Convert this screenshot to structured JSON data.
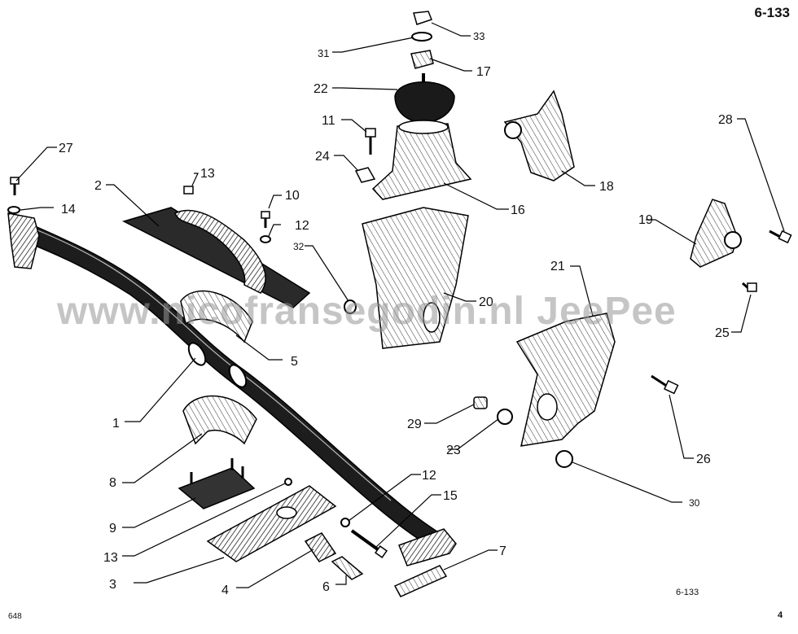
{
  "sheet": {
    "code": "6-133",
    "plate_code": "6-133",
    "left_code": "648",
    "right_code": "4",
    "watermark": "www.nicofransegodin.nl JeePee"
  },
  "callouts": [
    {
      "id": "1",
      "label": "1"
    },
    {
      "id": "2",
      "label": "2"
    },
    {
      "id": "3",
      "label": "3"
    },
    {
      "id": "4",
      "label": "4"
    },
    {
      "id": "5",
      "label": "5"
    },
    {
      "id": "6",
      "label": "6"
    },
    {
      "id": "7",
      "label": "7"
    },
    {
      "id": "8",
      "label": "8"
    },
    {
      "id": "9",
      "label": "9"
    },
    {
      "id": "10",
      "label": "10"
    },
    {
      "id": "11",
      "label": "11"
    },
    {
      "id": "12a",
      "label": "12"
    },
    {
      "id": "12b",
      "label": "12"
    },
    {
      "id": "13a",
      "label": "13"
    },
    {
      "id": "13b",
      "label": "13"
    },
    {
      "id": "14",
      "label": "14"
    },
    {
      "id": "15",
      "label": "15"
    },
    {
      "id": "16",
      "label": "16"
    },
    {
      "id": "17",
      "label": "17"
    },
    {
      "id": "18",
      "label": "18"
    },
    {
      "id": "19",
      "label": "19"
    },
    {
      "id": "20",
      "label": "20"
    },
    {
      "id": "21",
      "label": "21"
    },
    {
      "id": "22",
      "label": "22"
    },
    {
      "id": "23",
      "label": "23"
    },
    {
      "id": "24",
      "label": "24"
    },
    {
      "id": "25",
      "label": "25"
    },
    {
      "id": "26",
      "label": "26"
    },
    {
      "id": "27",
      "label": "27"
    },
    {
      "id": "28",
      "label": "28"
    },
    {
      "id": "29",
      "label": "29"
    },
    {
      "id": "30",
      "label": "30"
    },
    {
      "id": "31",
      "label": "31"
    },
    {
      "id": "32",
      "label": "32"
    },
    {
      "id": "33",
      "label": "33"
    }
  ]
}
